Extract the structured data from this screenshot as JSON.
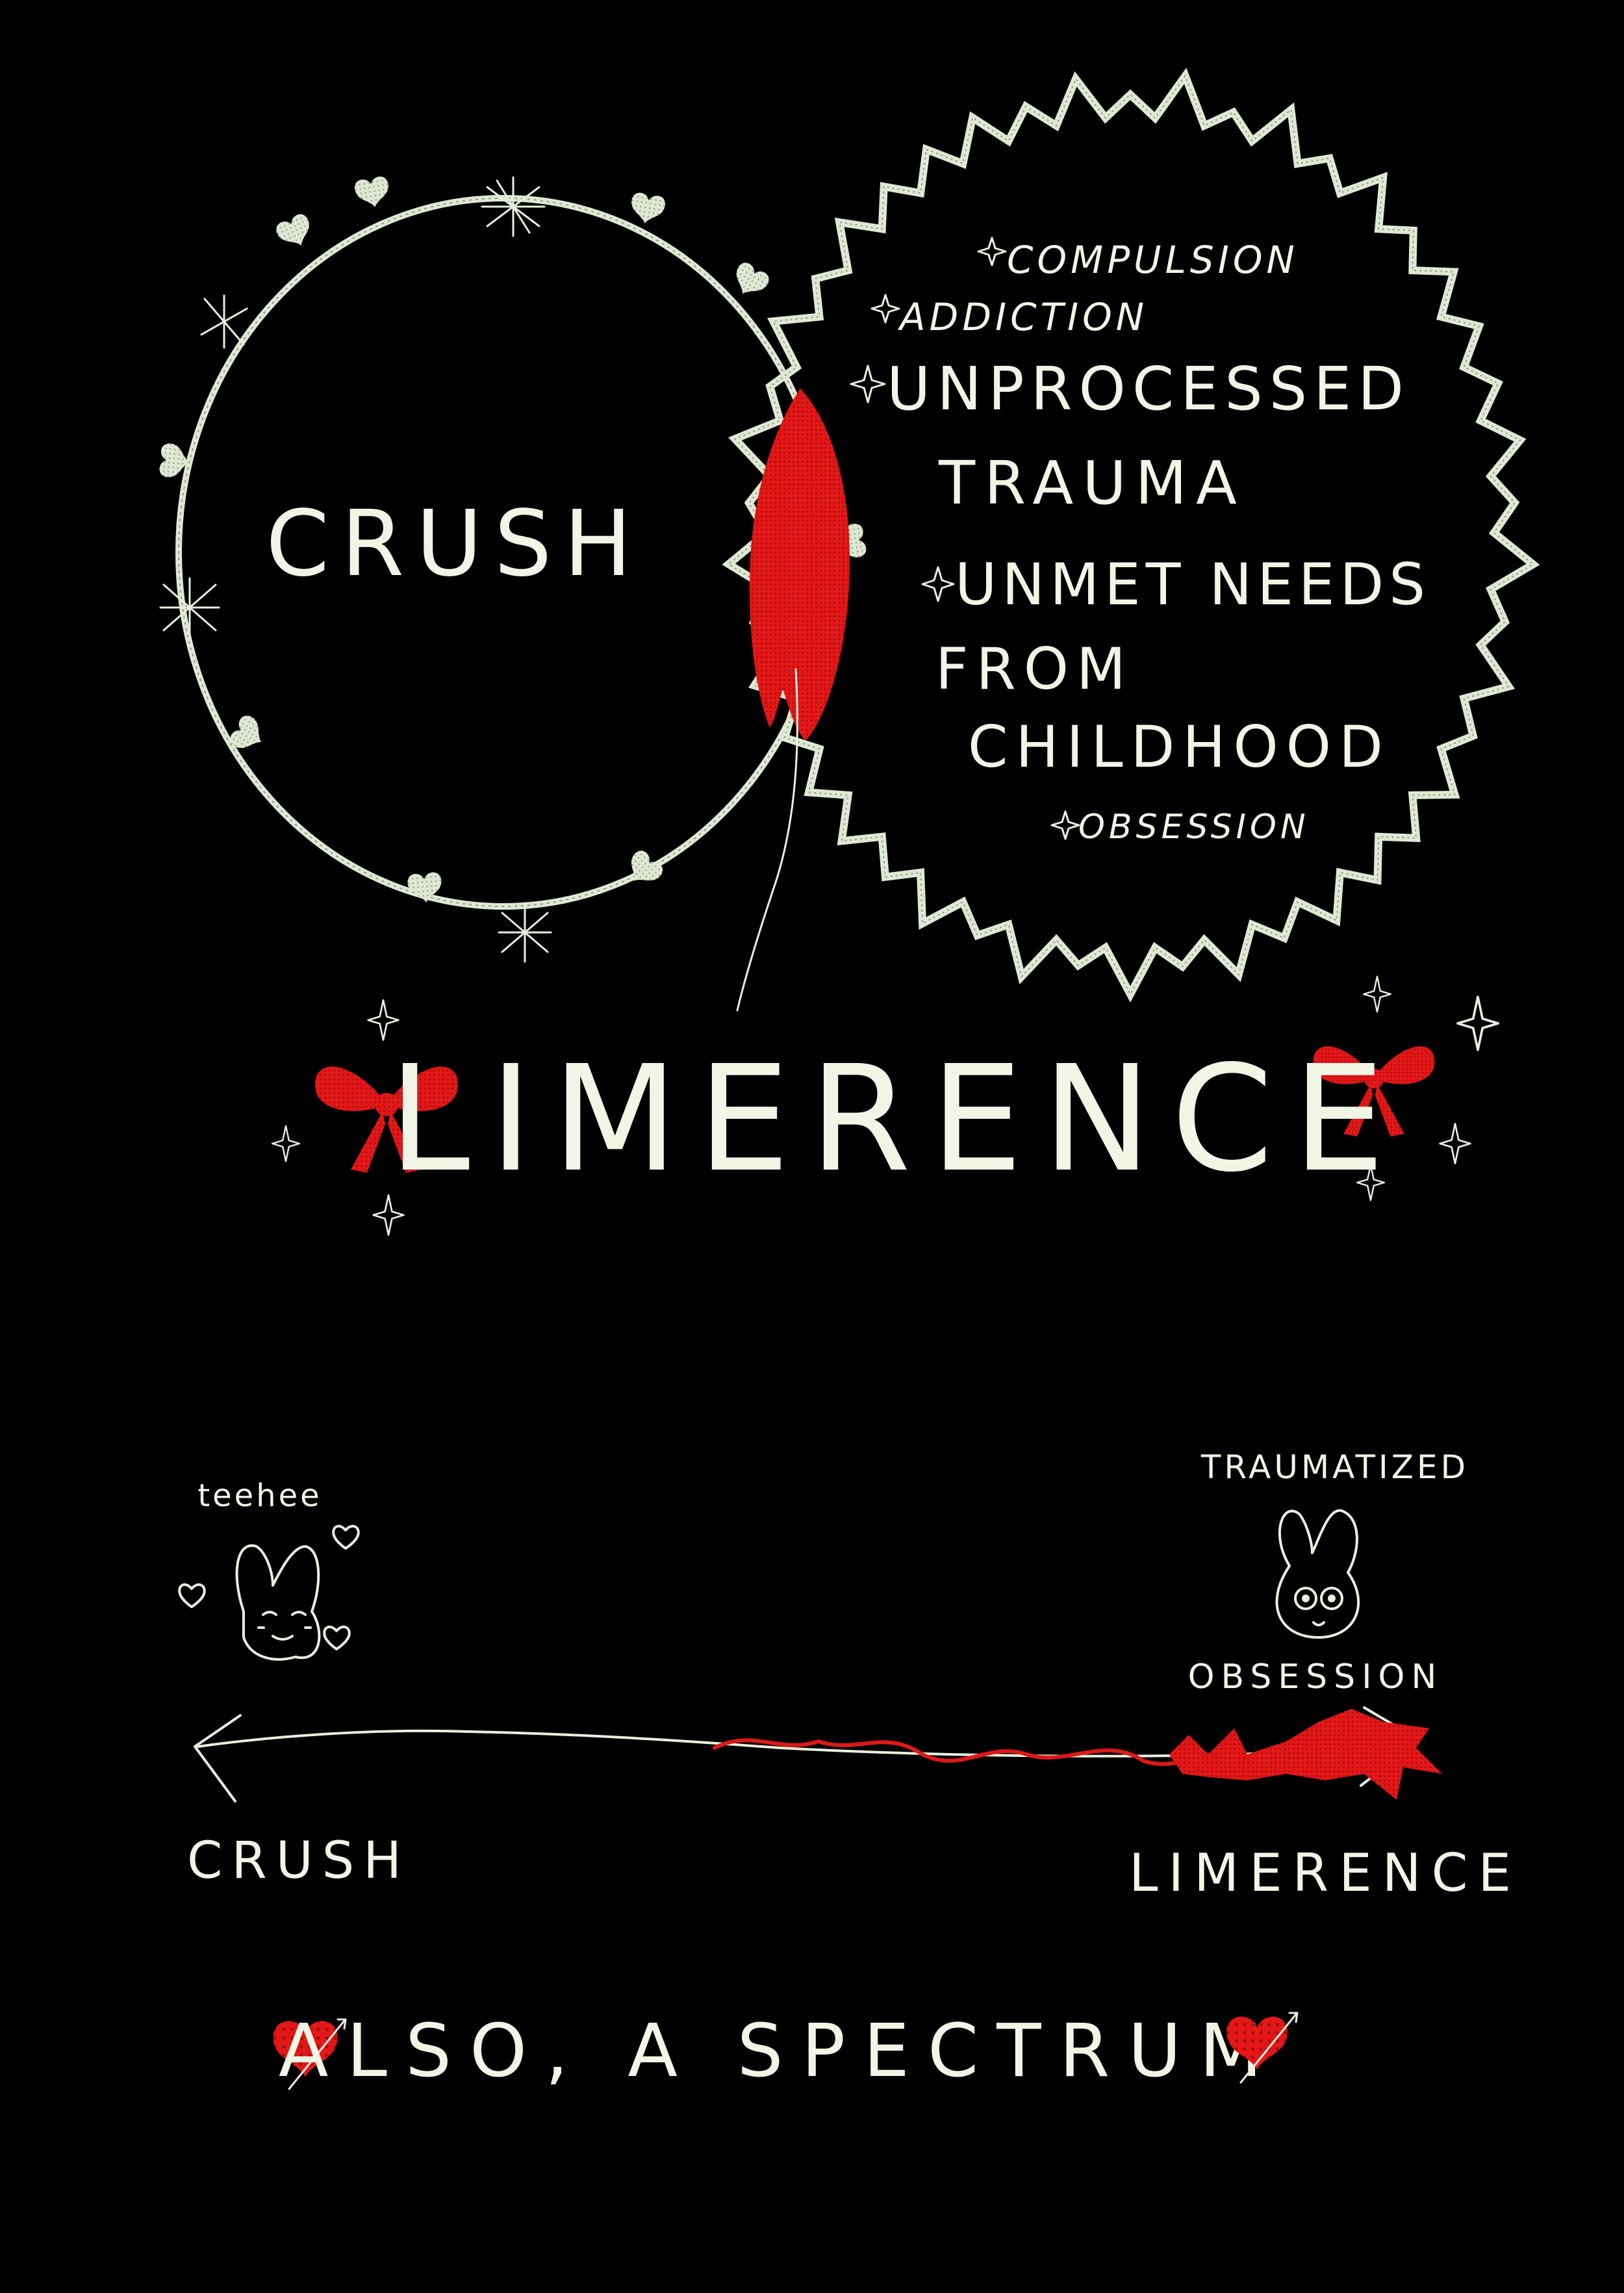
{
  "venn": {
    "left_label": "CRUSH",
    "right_items": [
      "COMPULSION",
      "ADDICTION",
      "UNPROCESSED",
      "TRAUMA",
      "UNMET NEEDS",
      "FROM",
      "CHILDHOOD",
      "OBSESSION"
    ]
  },
  "title": "LIMERENCE",
  "spectrum": {
    "left_caption": "teehee",
    "right_caption": "TRAUMATIZED",
    "right_sub": "OBSESSION",
    "left_end": "CRUSH",
    "right_end": "LIMERENCE"
  },
  "footer": "ALSO, A SPECTRUM",
  "colors": {
    "background": "#000000",
    "ink": "#f1f5e6",
    "accent": "#e01818"
  }
}
